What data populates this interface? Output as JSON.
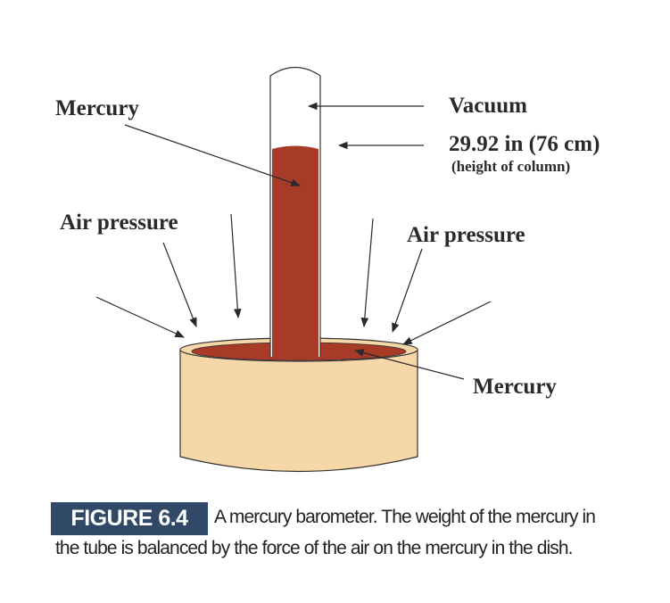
{
  "labels": {
    "mercury_tube": "Mercury",
    "vacuum": "Vacuum",
    "height": "29.92 in (76 cm)",
    "height_note": "(height of column)",
    "air_pressure_left": "Air pressure",
    "air_pressure_right": "Air pressure",
    "mercury_dish": "Mercury"
  },
  "caption": {
    "figure": "FIGURE 6.4",
    "line1": "A mercury barometer. The weight of the mercury in",
    "line2": "the tube is balanced by the force of the air on the mercury in the dish."
  },
  "colors": {
    "mercury": "#a83a28",
    "dish": "#f6d7a8",
    "badge": "#2f4966"
  }
}
